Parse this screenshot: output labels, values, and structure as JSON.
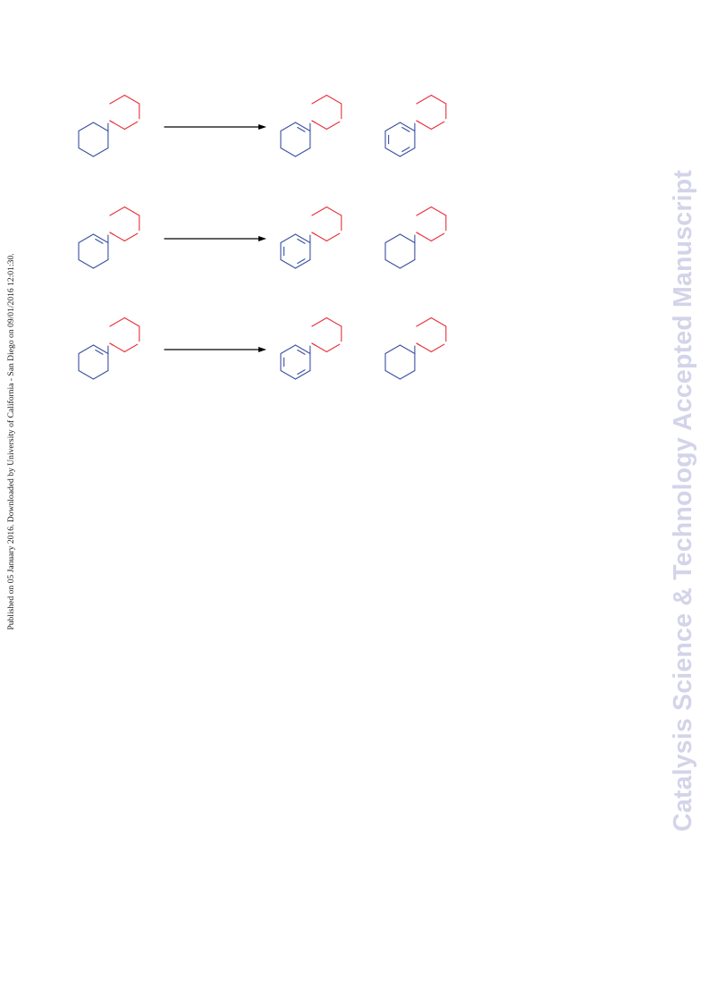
{
  "side_note": "Published on 05 January 2016. Downloaded by University of California - San Diego on 09/01/2016 12:01:30.",
  "watermark": "Catalysis Science & Technology Accepted Manuscript",
  "colors": {
    "carbocycle": "#3a50a0",
    "heterocycle": "#e8303a",
    "arrow": "#000000",
    "watermark": "#d3d4e9",
    "text": "#1a1a1a"
  },
  "scheme": {
    "rows": [
      {
        "reactant": "cyclohexyl",
        "products": [
          "cyclohexenyl",
          "phenyl"
        ]
      },
      {
        "reactant": "cyclohexenyl",
        "products": [
          "phenyl",
          "cyclohexyl"
        ]
      },
      {
        "reactant": "cyclohexenyl",
        "products": [
          "phenyl",
          "cyclohexyl"
        ]
      }
    ]
  }
}
